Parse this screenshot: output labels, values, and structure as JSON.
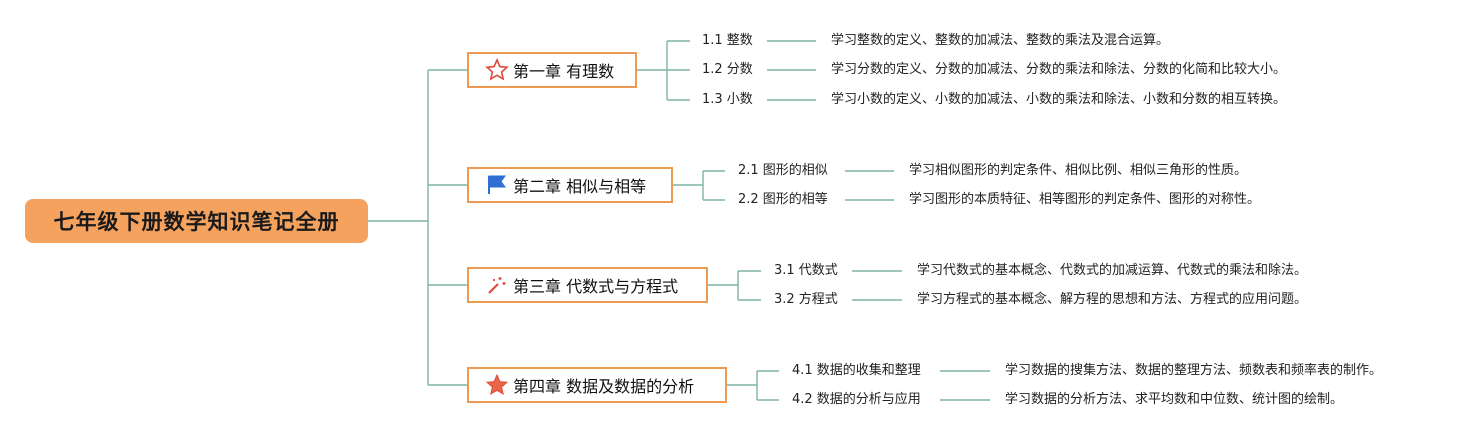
{
  "root": {
    "title": "七年级下册数学知识笔记全册"
  },
  "colors": {
    "root_fill": "#f4a25e",
    "chapter_border": "#ef9a53",
    "connector": "#7fb3a6",
    "icon_red": "#e14b3b",
    "icon_blue": "#2f6fd1"
  },
  "chapters": [
    {
      "title": "第一章 有理数",
      "icon": "star-outline-icon",
      "sections": [
        {
          "label": "1.1 整数",
          "desc": "学习整数的定义、整数的加减法、整数的乘法及混合运算。"
        },
        {
          "label": "1.2 分数",
          "desc": "学习分数的定义、分数的加减法、分数的乘法和除法、分数的化简和比较大小。"
        },
        {
          "label": "1.3 小数",
          "desc": "学习小数的定义、小数的加减法、小数的乘法和除法、小数和分数的相互转换。"
        }
      ]
    },
    {
      "title": "第二章 相似与相等",
      "icon": "flag-icon",
      "sections": [
        {
          "label": "2.1 图形的相似",
          "desc": "学习相似图形的判定条件、相似比例、相似三角形的性质。"
        },
        {
          "label": "2.2 图形的相等",
          "desc": "学习图形的本质特征、相等图形的判定条件、图形的对称性。"
        }
      ]
    },
    {
      "title": "第三章 代数式与方程式",
      "icon": "magic-wand-icon",
      "sections": [
        {
          "label": "3.1 代数式",
          "desc": "学习代数式的基本概念、代数式的加减运算、代数式的乘法和除法。"
        },
        {
          "label": "3.2 方程式",
          "desc": "学习方程式的基本概念、解方程的思想和方法、方程式的应用问题。"
        }
      ]
    },
    {
      "title": "第四章 数据及数据的分析",
      "icon": "star-filled-icon",
      "sections": [
        {
          "label": "4.1 数据的收集和整理",
          "desc": "学习数据的搜集方法、数据的整理方法、频数表和频率表的制作。"
        },
        {
          "label": "4.2 数据的分析与应用",
          "desc": "学习数据的分析方法、求平均数和中位数、统计图的绘制。"
        }
      ]
    }
  ]
}
